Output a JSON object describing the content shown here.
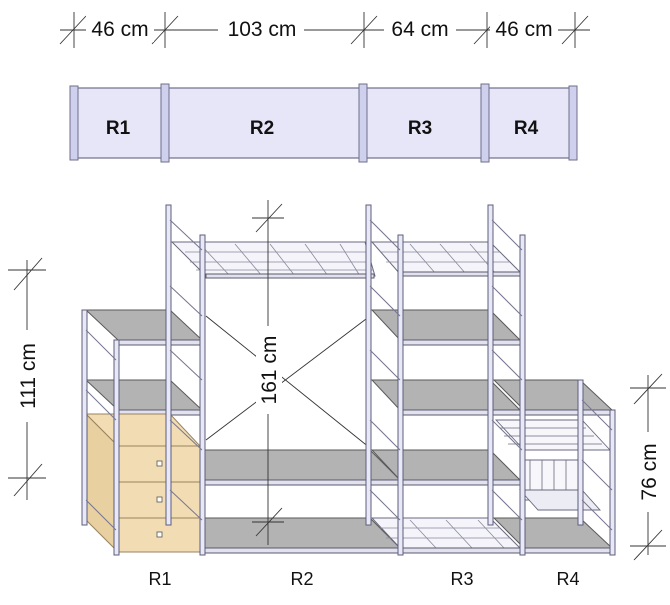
{
  "top_dimensions": [
    "46 cm",
    "103 cm",
    "64 cm",
    "46 cm"
  ],
  "plan_modules": [
    "R1",
    "R2",
    "R3",
    "R4"
  ],
  "vertical_dimensions": {
    "left": "111 cm",
    "center": "161 cm",
    "right": "76 cm"
  },
  "bottom_labels": [
    "R1",
    "R2",
    "R3",
    "R4"
  ],
  "colors": {
    "frame": "#6f6f8a",
    "plan_fill": "#e6e6f8",
    "shelf": "#b3b3b3",
    "drawer": "#f1dcb3"
  }
}
